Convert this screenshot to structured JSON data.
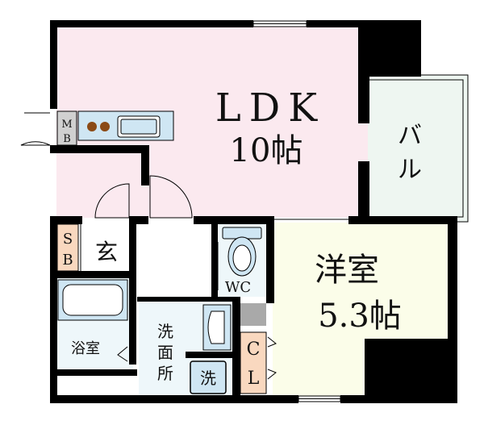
{
  "rooms": {
    "ldk": {
      "name": "LDK",
      "size": "10帖"
    },
    "balcony": {
      "name": "バル"
    },
    "western": {
      "name": "洋室",
      "size": "5.3帖"
    },
    "wc": {
      "name": "WC"
    },
    "bath": {
      "name": "浴室"
    },
    "washroom": {
      "name": "洗面所"
    },
    "entrance": {
      "name": "玄"
    },
    "shoe_box": {
      "name": "SB"
    },
    "meter_box": {
      "name": "MB"
    },
    "closet": {
      "name": "CL"
    },
    "washer": {
      "name": "洗"
    }
  },
  "colors": {
    "wall": "#000000",
    "ldk": "#fbe9ef",
    "balcony": "#eef6f1",
    "western": "#fbfde9",
    "wet_area": "#eef7fa",
    "storage": "#f9d8bf",
    "fixture_blue": "#cfe6f3",
    "entrance": "#ffffff",
    "gray_block": "#a9a9a9",
    "stove_burner": "#8b4a16"
  }
}
